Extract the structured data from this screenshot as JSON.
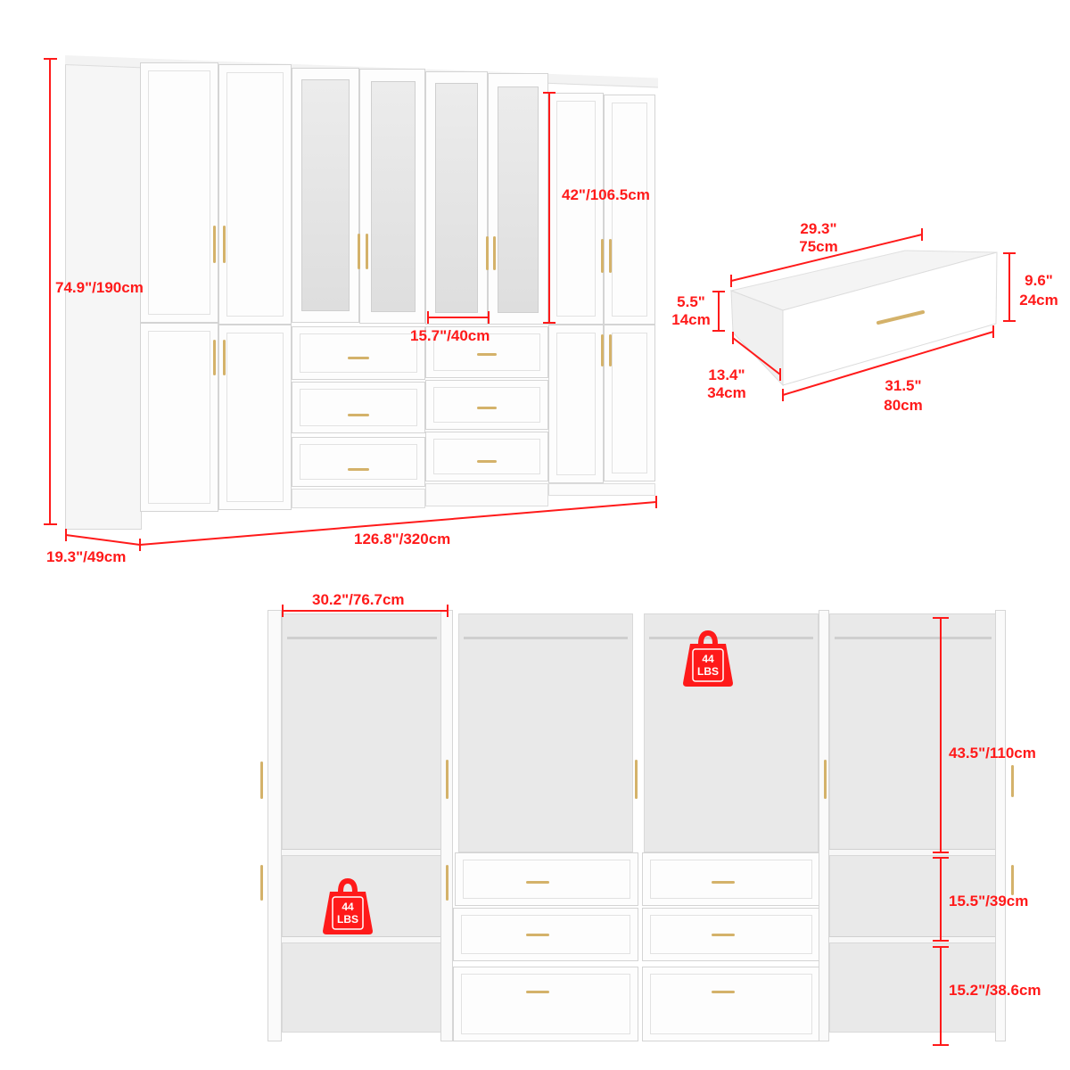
{
  "product": "Wardrobe cabinet set with glass doors and drawers",
  "colors": {
    "dimension_line": "#ff1a1a",
    "cabinet": "#ffffff",
    "handle": "#d4b26a",
    "interior": "#e9e9e9"
  },
  "front_view": {
    "height_label": "74.9\"/190cm",
    "depth_label": "19.3\"/49cm",
    "width_label": "126.8\"/320cm",
    "upper_glass_height_label": "42\"/106.5cm",
    "glass_door_width_label": "15.7\"/40cm"
  },
  "drawer_detail": {
    "back_width": {
      "inches": "29.3\"",
      "cm": "75cm"
    },
    "front_width": {
      "inches": "31.5\"",
      "cm": "80cm"
    },
    "depth": {
      "inches": "13.4\"",
      "cm": "34cm"
    },
    "side_height": {
      "inches": "5.5\"",
      "cm": "14cm"
    },
    "front_height": {
      "inches": "9.6\"",
      "cm": "24cm"
    }
  },
  "open_view": {
    "unit_width_label": "30.2\"/76.7cm",
    "compartments": [
      {
        "label": "43.5\"/110cm"
      },
      {
        "label": "15.5\"/39cm"
      },
      {
        "label": "15.2\"/38.6cm"
      }
    ],
    "weight_badges": [
      {
        "value": "44",
        "unit": "LBS"
      },
      {
        "value": "44",
        "unit": "LBS"
      }
    ]
  }
}
